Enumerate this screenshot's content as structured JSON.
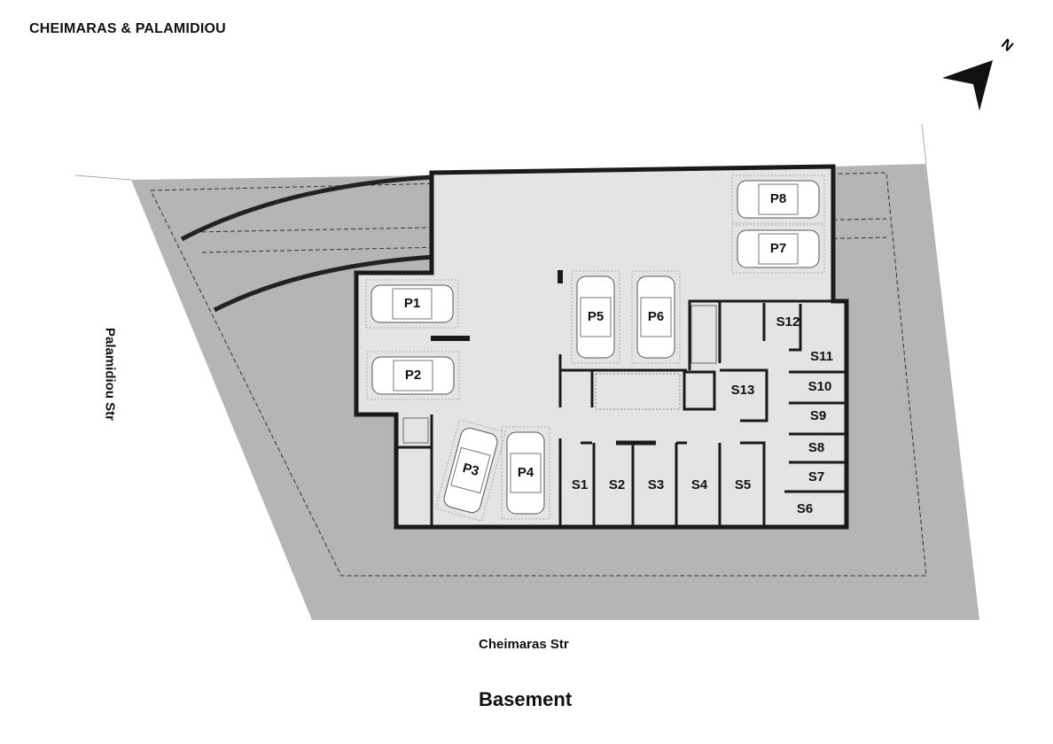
{
  "title": "CHEIMARAS & PALAMIDIOU",
  "streets": {
    "left": "Palamidiou Str",
    "bottom": "Cheimaras Str"
  },
  "floor_label": "Basement",
  "north_label": "N",
  "parking": [
    {
      "label": "P1",
      "orient": "h"
    },
    {
      "label": "P2",
      "orient": "h"
    },
    {
      "label": "P3",
      "orient": "v"
    },
    {
      "label": "P4",
      "orient": "v"
    },
    {
      "label": "P5",
      "orient": "v"
    },
    {
      "label": "P6",
      "orient": "v"
    },
    {
      "label": "P7",
      "orient": "h"
    },
    {
      "label": "P8",
      "orient": "h"
    }
  ],
  "storage": [
    "S1",
    "S2",
    "S3",
    "S4",
    "S5",
    "S6",
    "S7",
    "S8",
    "S9",
    "S10",
    "S11",
    "S12",
    "S13"
  ],
  "colors": {
    "site": "#b5b5b5",
    "floor": "#e4e4e4",
    "wall": "#1a1a1a"
  }
}
